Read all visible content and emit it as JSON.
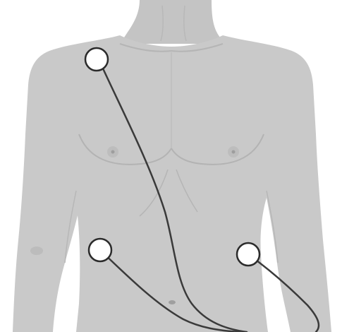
{
  "colors": {
    "background": "#ffffff",
    "skin": "#c9c9c9",
    "skin_shade": "#b3b3b3",
    "skin_light": "#d6d6d6",
    "outline": "#a9a9a9",
    "electrode_fill": "#ffffff",
    "electrode_stroke": "#2b2b2b",
    "lead_wire": "#3a3a3a"
  },
  "icons": {
    "torso": "torso-illustration",
    "electrode": "electrode-pad-icon",
    "lead": "lead-wire-icon"
  },
  "electrodes": [
    {
      "name": "right-arm-electrode"
    },
    {
      "name": "right-leg-electrode"
    },
    {
      "name": "left-leg-electrode"
    }
  ]
}
